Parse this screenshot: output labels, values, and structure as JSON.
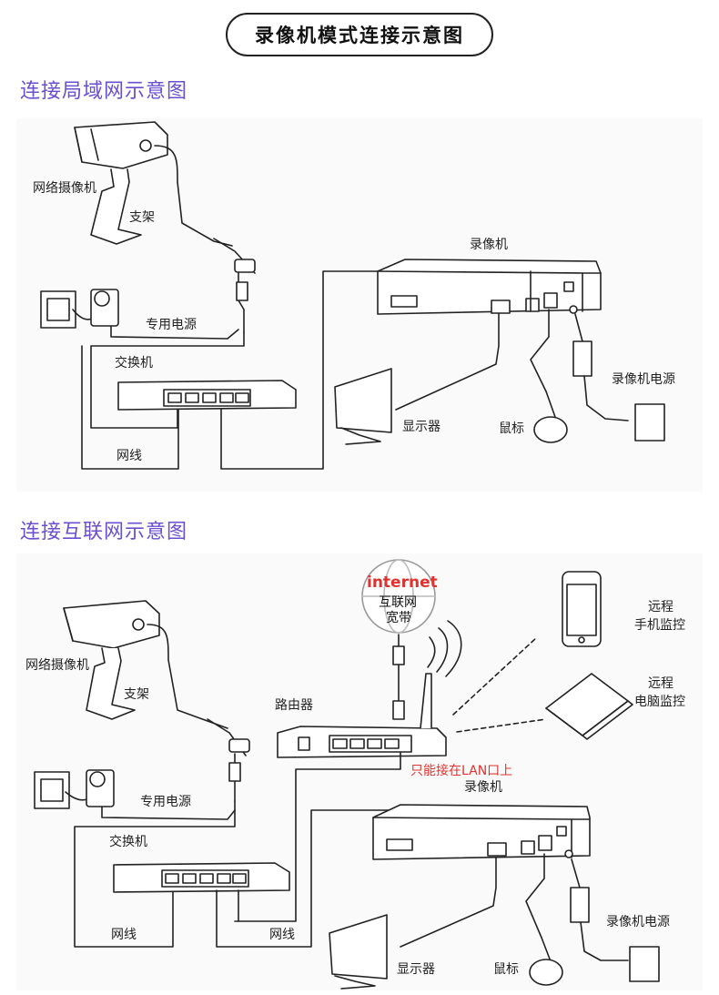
{
  "page_title": "录像机模式连接示意图",
  "sections": [
    {
      "heading": "连接局域网示意图",
      "labels": {
        "camera": "网络摄像机",
        "bracket": "支架",
        "power": "专用电源",
        "switch": "交换机",
        "cable": "网线",
        "nvr": "录像机",
        "monitor": "显示器",
        "mouse": "鼠标",
        "nvr_power": "录像机电源"
      }
    },
    {
      "heading": "连接互联网示意图",
      "labels": {
        "internet": "internet",
        "internet_cn_line1": "互联网",
        "internet_cn_line2": "宽带",
        "phone_line1": "远程",
        "phone_line2": "手机监控",
        "pc_line1": "远程",
        "pc_line2": "电脑监控",
        "camera": "网络摄像机",
        "bracket": "支架",
        "router": "路由器",
        "lan_note": "只能接在LAN口上",
        "nvr": "录像机",
        "power": "专用电源",
        "switch": "交换机",
        "cable_left": "网线",
        "cable_right": "网线",
        "nvr_power": "录像机电源",
        "monitor": "显示器",
        "mouse": "鼠标"
      }
    }
  ],
  "colors": {
    "heading": "#6a4fd0",
    "note_red": "#e0322f",
    "line": "#222222"
  }
}
